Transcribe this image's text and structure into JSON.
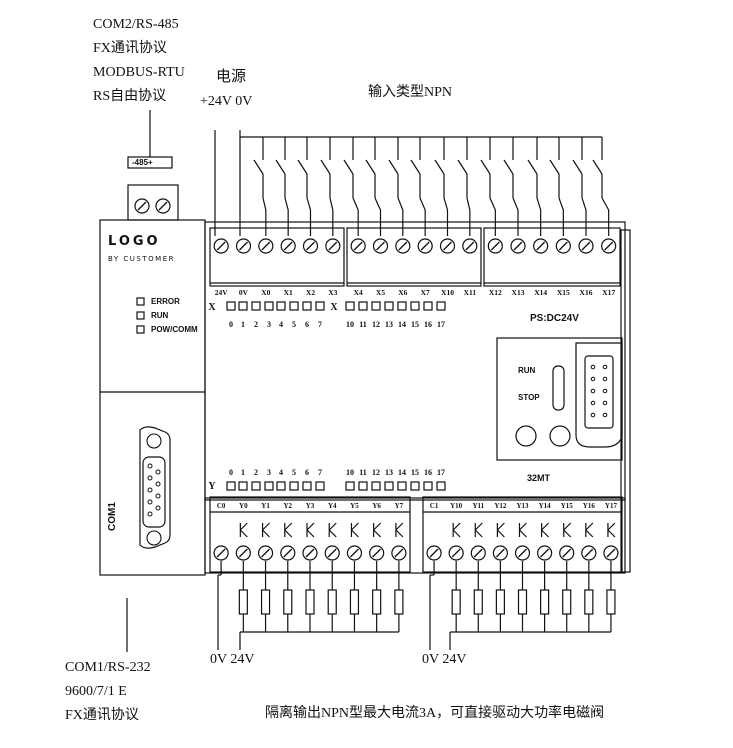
{
  "top_left_notes": [
    "COM2/RS-485",
    "FX通讯协议",
    "MODBUS-RTU",
    "RS自由协议"
  ],
  "port_485_label": "-485+",
  "power": {
    "title": "电源",
    "labels": "+24V 0V"
  },
  "input_type": "输入类型NPN",
  "logo": {
    "brand": "LOGO",
    "tagline": "BY CUSTOMER"
  },
  "status_leds": [
    "ERROR",
    "RUN",
    "POW/COMM"
  ],
  "com1_label": "COM1",
  "input_terminal_groups": [
    [
      "24V",
      "0V",
      "X0",
      "X1",
      "X2",
      "X3"
    ],
    [
      "X4",
      "X5",
      "X6",
      "X7",
      "X10",
      "X11"
    ],
    [
      "X12",
      "X13",
      "X14",
      "X15",
      "X16",
      "X17"
    ]
  ],
  "x_indicator": {
    "prefix": "X",
    "group1": [
      "0",
      "1",
      "2",
      "3",
      "4",
      "5",
      "6",
      "7"
    ],
    "group2": [
      "10",
      "11",
      "12",
      "13",
      "14",
      "15",
      "16",
      "17"
    ]
  },
  "ps_label": "PS:DC24V",
  "run_label": "RUN",
  "stop_label": "STOP",
  "model_label": "32MT",
  "y_indicator": {
    "prefix": "Y",
    "group1": [
      "0",
      "1",
      "2",
      "3",
      "4",
      "5",
      "6",
      "7"
    ],
    "group2": [
      "10",
      "11",
      "12",
      "13",
      "14",
      "15",
      "16",
      "17"
    ]
  },
  "output_terminal_groups": [
    [
      "C0",
      "Y0",
      "Y1",
      "Y2",
      "Y3",
      "Y4",
      "Y5",
      "Y6",
      "Y7"
    ],
    [
      "C1",
      "Y10",
      "Y11",
      "Y12",
      "Y13",
      "Y14",
      "Y15",
      "Y16",
      "Y17"
    ]
  ],
  "output_supply_left": "0V  24V",
  "output_supply_right": "0V  24V",
  "bottom_left_notes": [
    "COM1/RS-232",
    "9600/7/1 E",
    "FX通讯协议"
  ],
  "output_note": "隔离输出NPN型最大电流3A，可直接驱动大功率电磁阀"
}
